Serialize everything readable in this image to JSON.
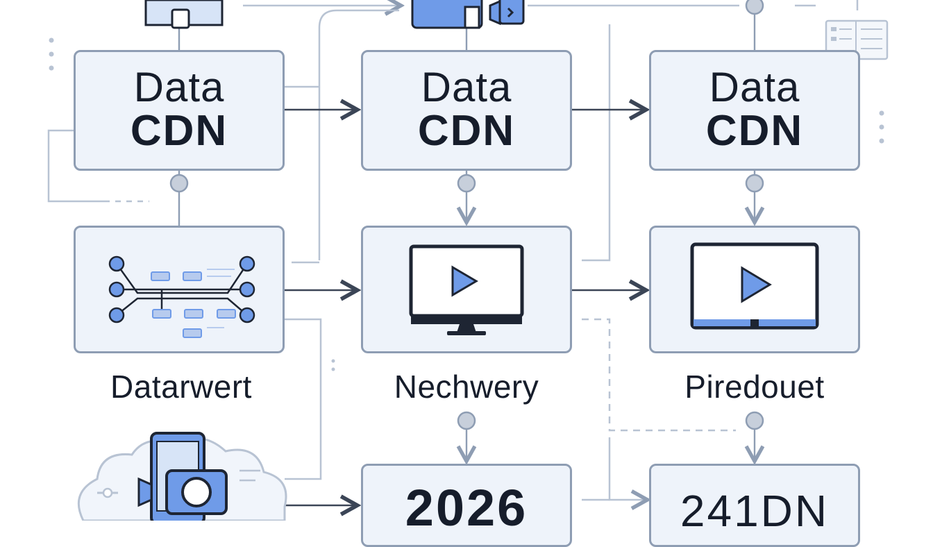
{
  "colors": {
    "background": "#ffffff",
    "box_fill": "#eef3fa",
    "box_border": "#8e9db3",
    "connector": "#a9b6c8",
    "arrow": "#3b4556",
    "accent_blue": "#6f9be8",
    "text": "#161d2b"
  },
  "nodes": {
    "cdn_left": {
      "line1": "Data",
      "line2": "CDN"
    },
    "cdn_center": {
      "line1": "Data",
      "line2": "CDN"
    },
    "cdn_right": {
      "line1": "Data",
      "line2": "CDN"
    },
    "bottom_center": {
      "text": "2026"
    },
    "bottom_right": {
      "text": "241DN"
    }
  },
  "captions": {
    "left": "Datarwert",
    "center": "Nechwery",
    "right": "Piredouet"
  },
  "icons": {
    "top_left": "folder-icon",
    "top_center": "device-speaker-icon",
    "top_right": "document-icon",
    "middle_left": "network-graph-icon",
    "middle_center": "monitor-play-icon",
    "middle_right": "monitor-play-icon",
    "bottom_left": "cloud-phone-camera-icon"
  }
}
